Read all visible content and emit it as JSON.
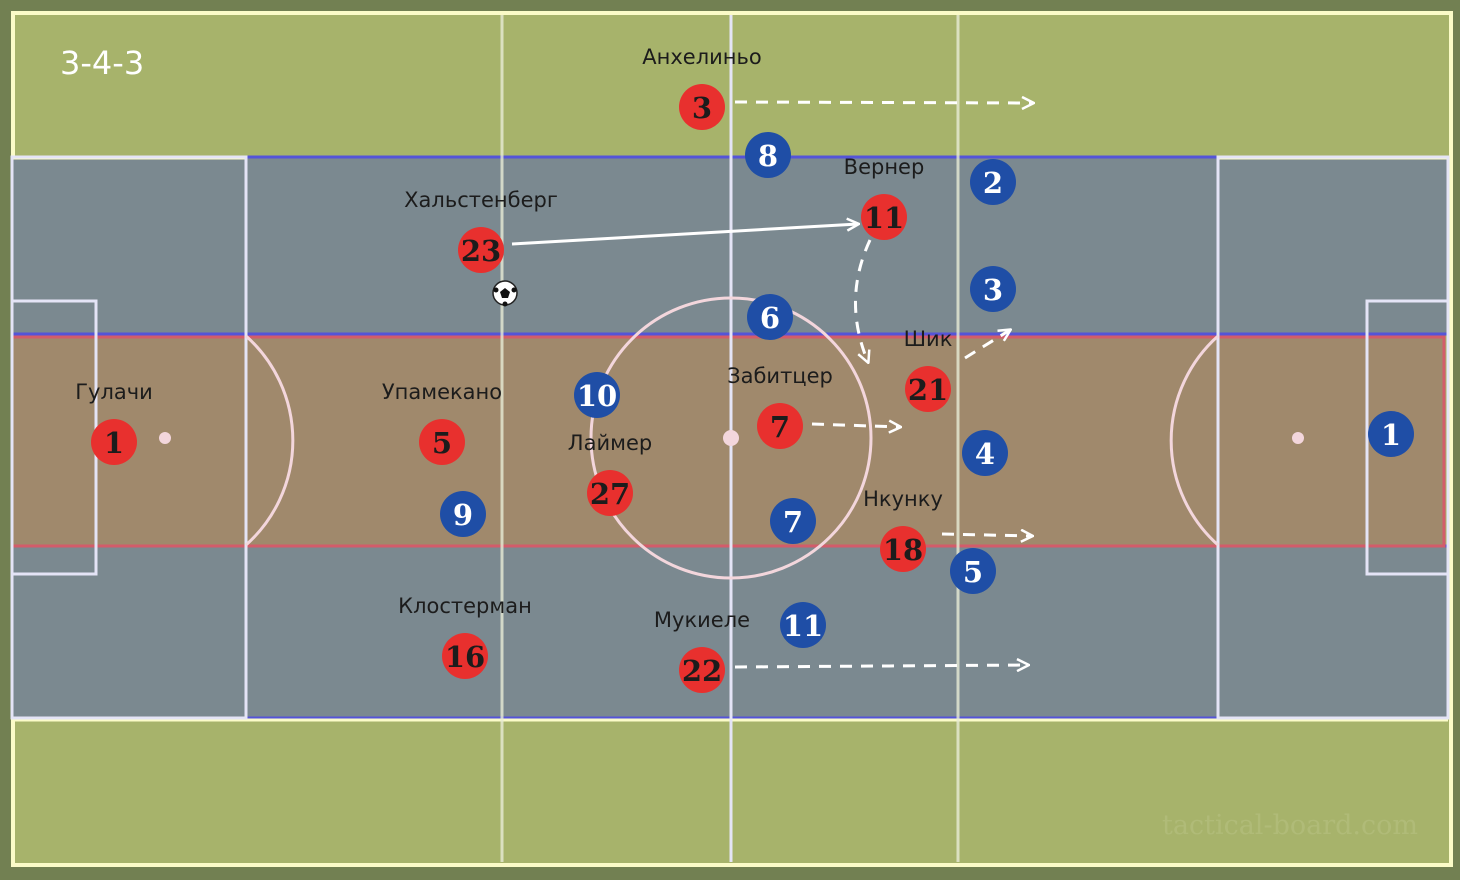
{
  "board": {
    "formation": "3-4-3",
    "watermark": "tactical-board.com",
    "colors": {
      "red_team": "#e8302e",
      "blue_team": "#1f4ea6",
      "pitch": "#a7b36b"
    }
  },
  "red_players": [
    {
      "number": "3",
      "name": "Анхелиньо"
    },
    {
      "number": "11",
      "name": "Вернер"
    },
    {
      "number": "23",
      "name": "Хальстенберг"
    },
    {
      "number": "21",
      "name": "Шик"
    },
    {
      "number": "1",
      "name": "Гулачи"
    },
    {
      "number": "5",
      "name": "Упамекано"
    },
    {
      "number": "7",
      "name": "Забитцер"
    },
    {
      "number": "27",
      "name": "Лаймер"
    },
    {
      "number": "18",
      "name": "Нкунку"
    },
    {
      "number": "16",
      "name": "Клостерман"
    },
    {
      "number": "22",
      "name": "Мукиеле"
    }
  ],
  "blue_players": [
    {
      "number": "8"
    },
    {
      "number": "2"
    },
    {
      "number": "3"
    },
    {
      "number": "6"
    },
    {
      "number": "10"
    },
    {
      "number": "9"
    },
    {
      "number": "7"
    },
    {
      "number": "4"
    },
    {
      "number": "5"
    },
    {
      "number": "11"
    },
    {
      "number": "1"
    }
  ]
}
